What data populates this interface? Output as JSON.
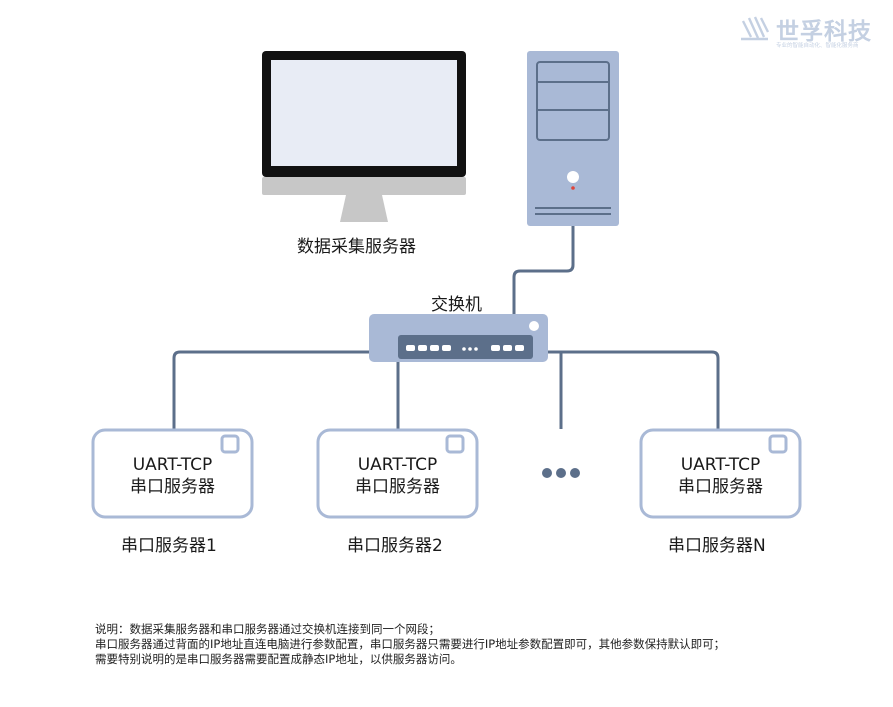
{
  "brand": {
    "name": "世孚科技",
    "slogan": "专业的智能自动化、智能化服务商"
  },
  "devices": {
    "pc_label": "数据采集服务器",
    "switch_label": "交换机",
    "gateways": [
      {
        "line1": "UART-TCP",
        "line2": "串口服务器",
        "caption": "串口服务器1"
      },
      {
        "line1": "UART-TCP",
        "line2": "串口服务器",
        "caption": "串口服务器2"
      },
      {
        "line1": "UART-TCP",
        "line2": "串口服务器",
        "caption": "串口服务器N"
      }
    ]
  },
  "notes": [
    "说明：数据采集服务器和串口服务器通过交换机连接到同一个网段；",
    "串口服务器通过背面的IP地址直连电脑进行参数配置，串口服务器只需要进行IP地址参数配置即可，其他参数保持默认即可；",
    "需要特别说明的是串口服务器需要配置成静态IP地址，以供服务器访问。"
  ],
  "colors": {
    "accent": "#a9b9d6",
    "line": "#5c6f8a",
    "screen": "#e8ecf5"
  }
}
